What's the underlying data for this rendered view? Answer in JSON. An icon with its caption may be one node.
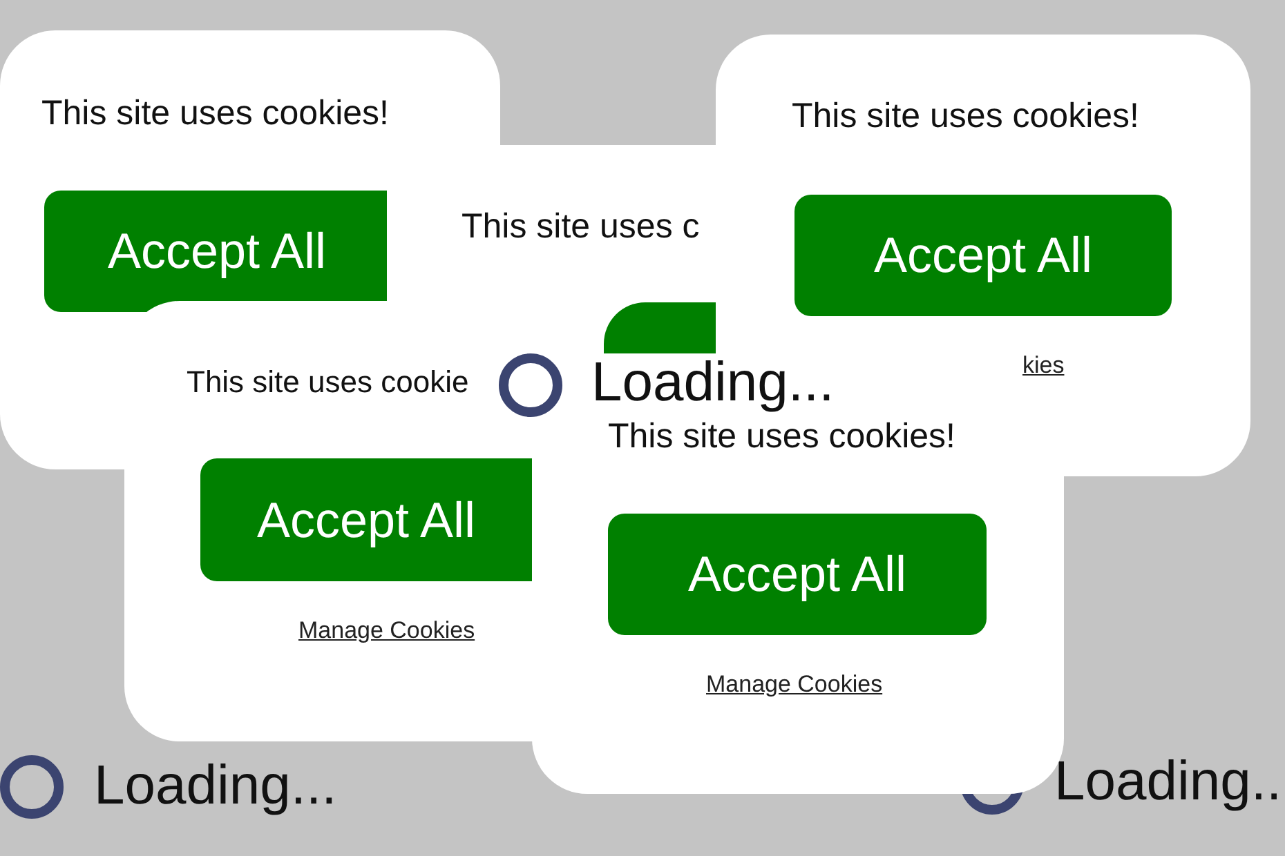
{
  "diagram": {
    "nodes": [
      {
        "text": [
          "This site uses cookies!"
        ]
      },
      {
        "text": [
          "Accept All"
        ],
        "in": 0
      },
      {
        "text": [
          "This site uses c"
        ]
      },
      {
        "text": [],
        "shape": "box",
        "in": 2
      },
      {
        "text": [
          "This site uses cookies!",
          "kies"
        ]
      },
      {
        "text": [
          "Accept All"
        ],
        "in": 4
      },
      {
        "text": [
          "This site uses cookie",
          "Manage Cookies"
        ]
      },
      {
        "text": [
          "Accept All"
        ],
        "in": 6
      },
      {
        "text": [
          "This site uses cookies!",
          "Manage Cookies"
        ]
      },
      {
        "text": [
          "Accept All"
        ],
        "in": 8
      }
    ],
    "labels": [
      "Loading...",
      "Loading...",
      "Loading..."
    ]
  }
}
